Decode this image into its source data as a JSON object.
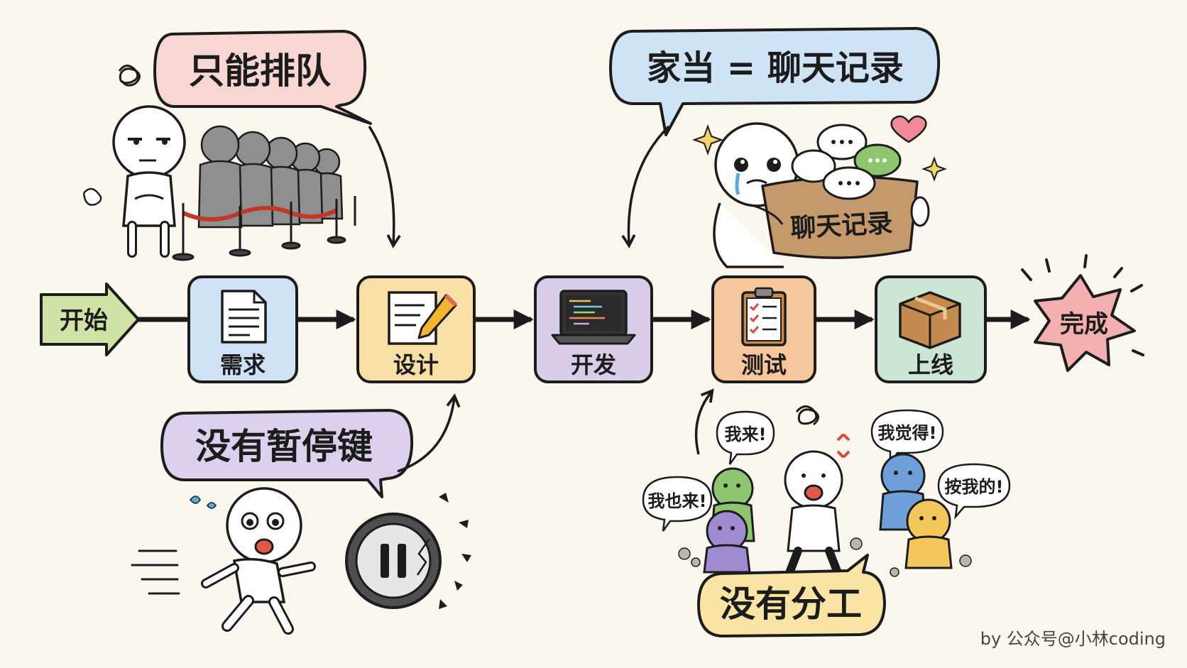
{
  "start_label": "开始",
  "end_label": "完成",
  "stages": [
    {
      "id": "requirements",
      "label": "需求",
      "icon": "document-icon",
      "color": "#cfe1f5"
    },
    {
      "id": "design",
      "label": "设计",
      "icon": "pencil-paper-icon",
      "color": "#f8dfa6"
    },
    {
      "id": "develop",
      "label": "开发",
      "icon": "laptop-icon",
      "color": "#d9cdea"
    },
    {
      "id": "test",
      "label": "测试",
      "icon": "clipboard-checklist-icon",
      "color": "#f6c79d"
    },
    {
      "id": "release",
      "label": "上线",
      "icon": "package-box-icon",
      "color": "#cde5d4"
    }
  ],
  "callouts": {
    "queue": {
      "text": "只能排队",
      "color": "#f8d7d2"
    },
    "memory": {
      "text": "家当 = 聊天记录",
      "color": "#cfe3f6"
    },
    "no_pause": {
      "text": "没有暂停键",
      "color": "#ddd0ee"
    },
    "no_division": {
      "text": "没有分工",
      "color": "#f9e4a6"
    }
  },
  "box_label": "聊天记录",
  "speech": {
    "me": "我来!",
    "me_too": "我也来!",
    "i_think": "我觉得!",
    "mine": "按我的!"
  },
  "watermark": "by 公众号@小林coding"
}
